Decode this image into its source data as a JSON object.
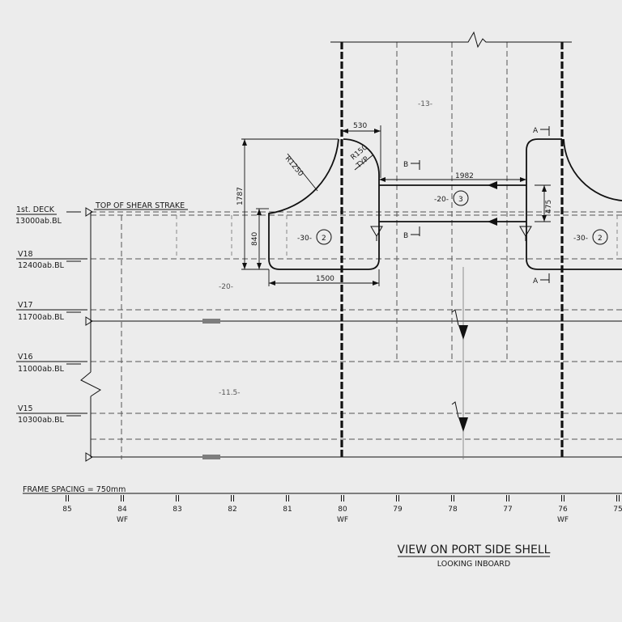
{
  "decks": [
    {
      "name": "1st. DECK",
      "height": "13000ab.BL"
    },
    {
      "name": "V18",
      "height": "12400ab.BL"
    },
    {
      "name": "V17",
      "height": "11700ab.BL"
    },
    {
      "name": "V16",
      "height": "11000ab.BL"
    },
    {
      "name": "V15",
      "height": "10300ab.BL"
    }
  ],
  "annotations": {
    "shear_strake": "TOP OF SHEAR STRAKE",
    "frame_spacing": "FRAME SPACING = 750mm"
  },
  "frames": [
    "85",
    "84",
    "83",
    "82",
    "81",
    "80",
    "79",
    "78",
    "77",
    "76",
    "75"
  ],
  "web_frame_label": "WF",
  "web_frames": [
    "84",
    "80",
    "76"
  ],
  "dimensions": {
    "d530": "530",
    "r1250": "R1250",
    "r150": "R150",
    "typ": "TYP",
    "d1787": "1787",
    "d840": "840",
    "d1500": "1500",
    "d1982": "1982",
    "d475": "475"
  },
  "thickness": {
    "t13": "-13-",
    "t20a": "-20-",
    "t20b": "-20-",
    "t30a": "-30-",
    "t30b": "-30-",
    "t115": "-11.5-"
  },
  "callouts": {
    "c3": "3",
    "c2a": "2",
    "c2b": "2"
  },
  "sections": {
    "A": "A",
    "B": "B"
  },
  "title": "VIEW ON PORT SIDE SHELL",
  "subtitle": "LOOKING INBOARD"
}
